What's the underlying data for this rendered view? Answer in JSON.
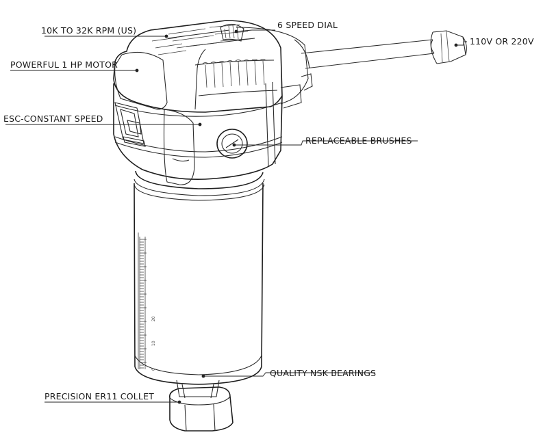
{
  "callouts": {
    "rpm": "10K TO 32K RPM (US)",
    "dial": "6 SPEED DIAL",
    "voltage": "110V OR 220V",
    "motor": "POWERFUL 1 HP MOTOR",
    "esc": "ESC-CONSTANT SPEED",
    "brushes": "REPLACEABLE BRUSHES",
    "bearings": "QUALITY NSK BEARINGS",
    "collet": "PRECISION ER11 COLLET"
  },
  "scale_marks": [
    "20",
    "10",
    "0"
  ],
  "colors": {
    "line": "#2b2b2b",
    "text": "#1a1a1a",
    "background": "#ffffff"
  }
}
